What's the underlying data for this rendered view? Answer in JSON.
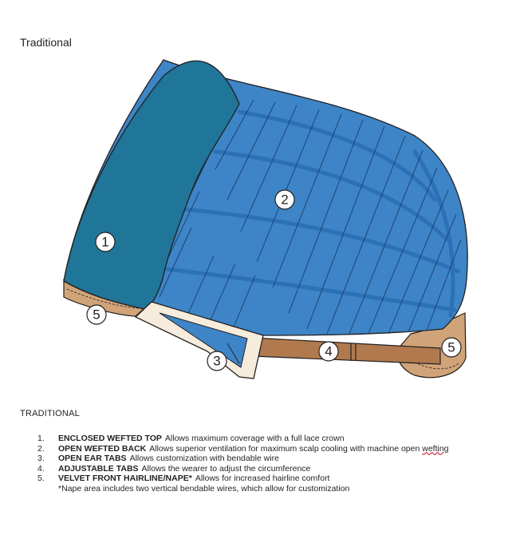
{
  "title": "Traditional",
  "section_label": "TRADITIONAL",
  "callouts": [
    "1",
    "2",
    "3",
    "4",
    "5",
    "5"
  ],
  "colors": {
    "enclosed_top": "#1f7699",
    "wefted_back": "#3d85c6",
    "weft_lines": "#2c71b5",
    "ear_tabs": "#f6ecdc",
    "adjustable_tabs": "#b07a4e",
    "velvet": "#d0a478",
    "outline": "#231f20"
  },
  "legend": [
    {
      "num": "1.",
      "label": "ENCLOSED WEFTED TOP",
      "desc": "Allows maximum coverage with a full lace crown"
    },
    {
      "num": "2.",
      "label": "OPEN WEFTED BACK",
      "desc": "Allows superior ventilation for maximum scalp cooling with machine open ",
      "desc_tail": "wefting"
    },
    {
      "num": "3.",
      "label": "OPEN EAR TABS",
      "desc": "Allows customization with bendable wire"
    },
    {
      "num": "4.",
      "label": "ADJUSTABLE TABS",
      "desc": "Allows the wearer to adjust the circumference"
    },
    {
      "num": "5.",
      "label": "VELVET FRONT HAIRLINE/NAPE*",
      "desc": "Allows for increased hairline comfort"
    }
  ],
  "footnote": "*Nape area includes two vertical bendable wires, which allow for customization"
}
